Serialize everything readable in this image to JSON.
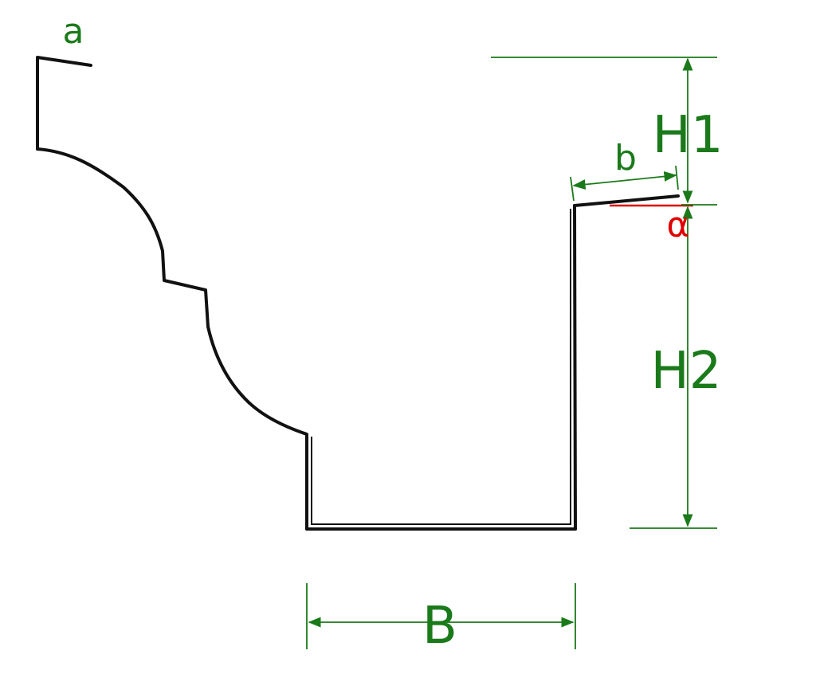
{
  "labels": {
    "a": "a",
    "b": "b",
    "alpha": "α",
    "h1": "H1",
    "h2": "H2",
    "width": "B"
  },
  "colors": {
    "profile": "#111111",
    "dimension": "#1a7a1a",
    "label": "#1a7a1a",
    "angle": "#e00000",
    "background": "#ffffff"
  }
}
